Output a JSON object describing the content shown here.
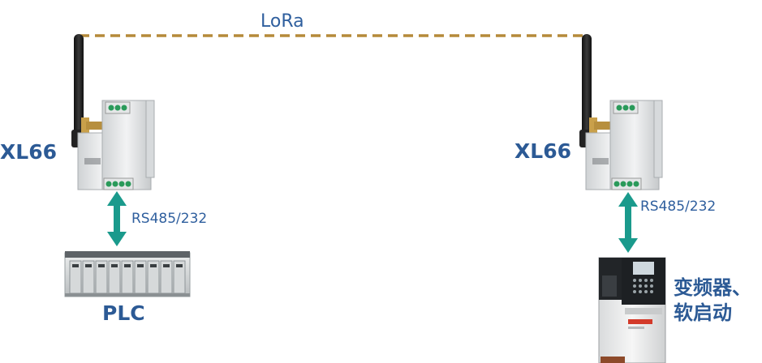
{
  "link": {
    "label": "LoRa",
    "color": "#b58a3a"
  },
  "modules": [
    {
      "name": "XL66",
      "interface": "RS485/232"
    },
    {
      "name": "XL66",
      "interface": "RS485/232"
    }
  ],
  "devices": {
    "plc": {
      "label": "PLC"
    },
    "drive": {
      "label_line1": "变频器、",
      "label_line2": "软启动"
    }
  },
  "colors": {
    "text": "#2c5a95",
    "arrow": "#1a9a8c"
  }
}
